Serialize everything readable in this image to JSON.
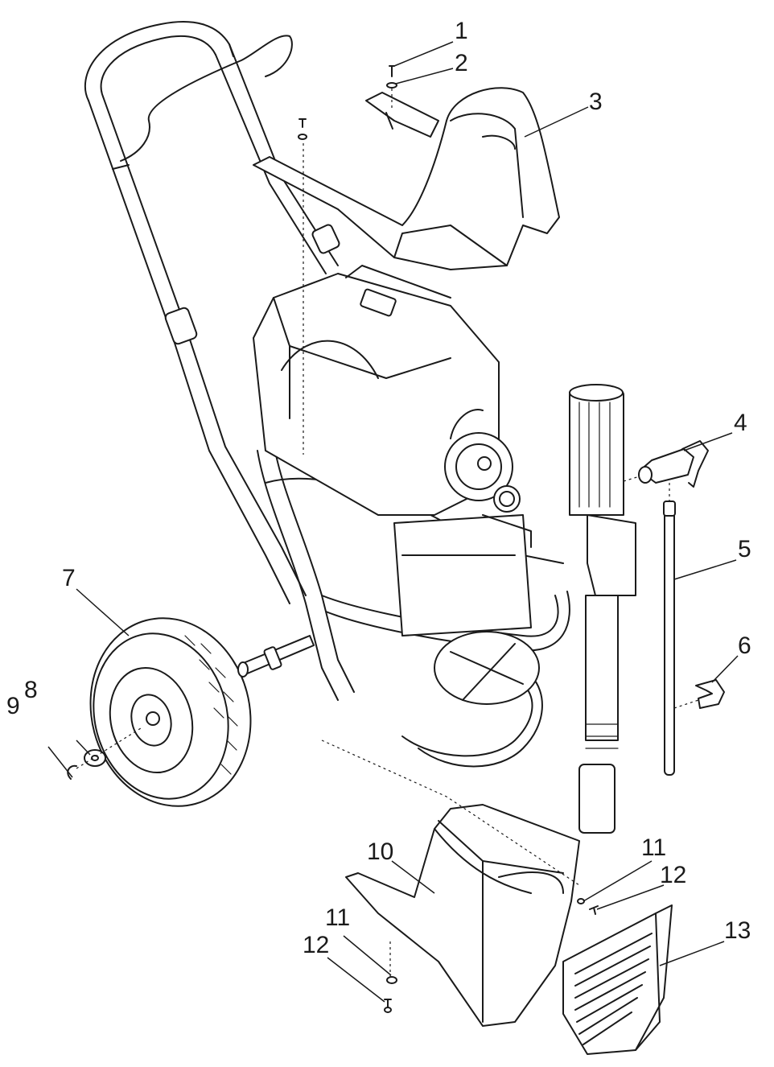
{
  "callouts": [
    {
      "id": "1",
      "label": "1"
    },
    {
      "id": "2",
      "label": "2"
    },
    {
      "id": "3",
      "label": "3"
    },
    {
      "id": "4",
      "label": "4"
    },
    {
      "id": "5",
      "label": "5"
    },
    {
      "id": "6",
      "label": "6"
    },
    {
      "id": "7",
      "label": "7"
    },
    {
      "id": "8",
      "label": "8"
    },
    {
      "id": "9",
      "label": "9"
    },
    {
      "id": "10",
      "label": "10"
    },
    {
      "id": "11a",
      "label": "11"
    },
    {
      "id": "12a",
      "label": "12"
    },
    {
      "id": "11b",
      "label": "11"
    },
    {
      "id": "12b",
      "label": "12"
    },
    {
      "id": "13",
      "label": "13"
    }
  ],
  "colors": {
    "ink": "#1a1a1a",
    "background": "#ffffff"
  }
}
